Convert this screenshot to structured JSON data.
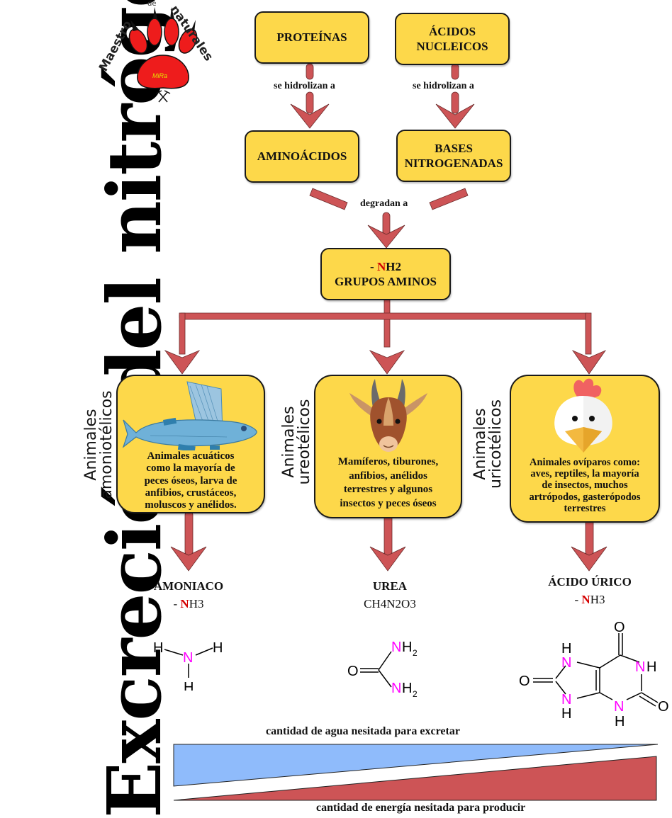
{
  "title": "Excreción del nitrógeno",
  "logo": {
    "text_left": "Maestro",
    "text_top": "de",
    "text_right": "naturales",
    "signature": "MiRa",
    "icon": "paw-print-icon",
    "tools_icon": "crossed-hammers-icon"
  },
  "colors": {
    "box_fill": "#fdd84a",
    "arrow": "#cd5456",
    "nitrogen_text": "#d40000",
    "nitrogen_atom": "#ff00ff",
    "water_wedge": "#8fbbfb",
    "energy_wedge": "#cd5456"
  },
  "sources": [
    {
      "label": "PROTEÍNAS",
      "connector": "se hidrolizan a",
      "product": "AMINOÁCIDOS"
    },
    {
      "label_line1": "ÁCIDOS",
      "label_line2": "NUCLEICOS",
      "connector": "se hidrolizan a",
      "product_line1": "BASES",
      "product_line2": "NITROGENADAS"
    }
  ],
  "merge_connector": "degradan a",
  "amino_group": {
    "prefix": "- ",
    "n": "N",
    "suffix": "H2",
    "label": "GRUPOS AMINOS"
  },
  "categories": [
    {
      "side_line1": "Animales",
      "side_line2": "amoniotélicos",
      "animal": "fish-icon",
      "description": [
        "Animales acuáticos",
        "como la mayoría de",
        "peces óseos, larva de",
        "anfibios, crustáceos,",
        "moluscos y anélidos."
      ],
      "product_name": "AMONIACO",
      "formula_prefix": "- ",
      "formula_n": "N",
      "formula_suffix": "H3"
    },
    {
      "side_line1": "Animales",
      "side_line2": "ureotélicos",
      "animal": "goat-icon",
      "description": [
        "Mamíferos, tiburones,",
        "anfibios, anélidos",
        "terrestres y algunos",
        "insectos y peces óseos"
      ],
      "product_name": "UREA",
      "formula": "CH4N2O3"
    },
    {
      "side_line1": "Animales",
      "side_line2": "uricotélicos",
      "animal": "chicken-icon",
      "description": [
        "Animales ovíparos como:",
        "aves, reptiles, la mayoría",
        "de insectos, muchos",
        "artrópodos, gasterópodos",
        "terrestres"
      ],
      "product_name": "ÁCIDO ÚRICO",
      "formula_prefix": "- ",
      "formula_n": "N",
      "formula_suffix": "H3"
    }
  ],
  "structures": {
    "ammonia": {
      "H": "H",
      "N": "N"
    },
    "urea": {
      "O": "O",
      "NH": "NH",
      "sub": "2"
    },
    "uric_acid": {
      "O": "O",
      "N": "N",
      "H": "H"
    }
  },
  "comparison": {
    "water_label": "cantidad de agua nesitada para excretar",
    "energy_label": "cantidad de energía nesitada para producir"
  }
}
